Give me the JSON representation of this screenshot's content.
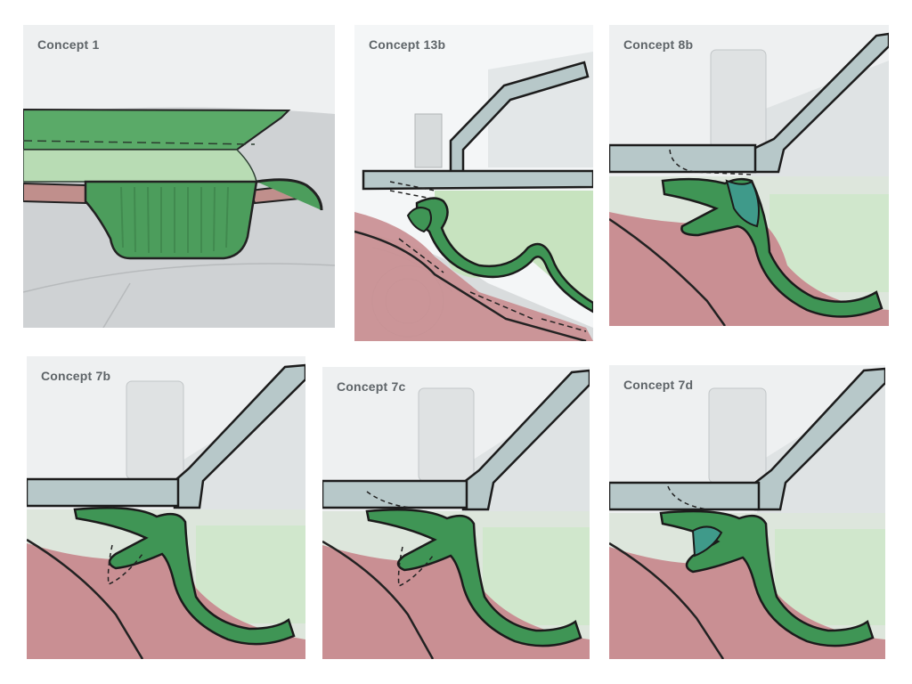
{
  "sheet": {
    "concepts": [
      {
        "title": "Concept 1"
      },
      {
        "title": "Concept 13b"
      },
      {
        "title": "Concept 8b"
      },
      {
        "title": "Concept 7b"
      },
      {
        "title": "Concept 7c"
      },
      {
        "title": "Concept 7d"
      }
    ]
  },
  "colors": {
    "seal_green": "#3f9a55",
    "seal_green_light": "#9ccc95",
    "housing_blue_grey": "#b9c9c9",
    "tissue_pink": "#c9858a",
    "background_grey": "#d5d8da",
    "outline": "#222222"
  }
}
